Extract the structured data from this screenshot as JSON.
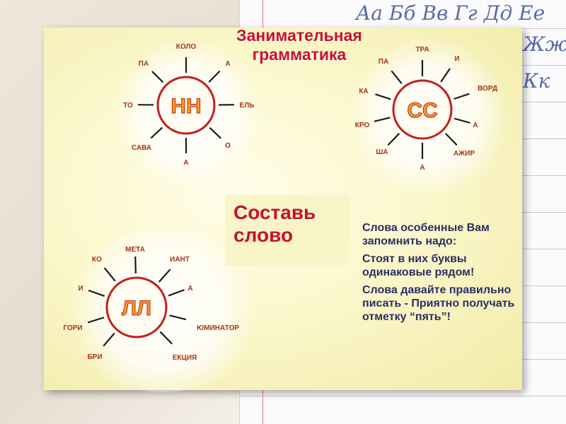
{
  "notebook": {
    "alphabet_rows": [
      "Аа Бб Вв Гг Дд Ее",
      "Жж",
      "Кк"
    ]
  },
  "slide": {
    "title_line1": "Занимательная",
    "title_line2": "грамматика",
    "task_line1": "Составь",
    "task_line2": "слово",
    "poem": [
      "Слова особенные Вам запомнить надо:",
      "Стоят в них буквы одинаковые рядом!",
      "Слова давайте правильно писать - Приятно получать отметку “пять”!"
    ],
    "wheels": [
      {
        "center": "НН",
        "parts": [
          "КОЛО",
          "А",
          "ЕЛЬ",
          "О",
          "А",
          "САВА",
          "ТО",
          "ПА"
        ]
      },
      {
        "center": "СС",
        "parts": [
          "ТРА",
          "И",
          "ВОРД",
          "А",
          "АЖИР",
          "А",
          "ША",
          "КРО",
          "КА",
          "ПА"
        ]
      },
      {
        "center": "ЛЛ",
        "parts": [
          "МЕТА",
          "ИАНТ",
          "А",
          "ЮМИНАТОР",
          "ЕКЦИЯ",
          "БРИ",
          "ГОРИ",
          "И",
          "КО"
        ]
      }
    ]
  },
  "colors": {
    "title": "#c8102e",
    "label": "#a83218",
    "center_fill": "#f0a020",
    "circle": "#c22020",
    "poem": "#2b2f63"
  }
}
